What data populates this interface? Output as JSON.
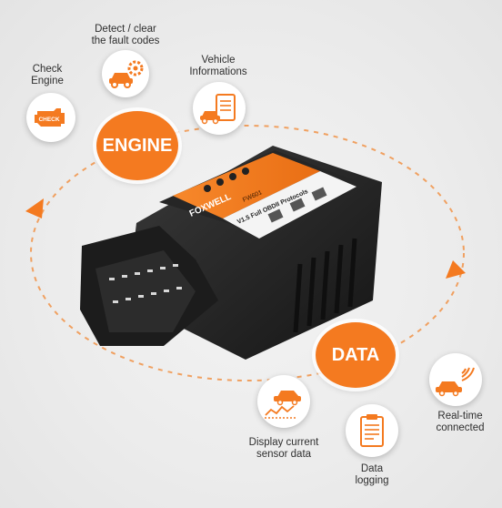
{
  "colors": {
    "accent": "#f47a20",
    "device_body": "#2a2a2a",
    "text": "#2e2e2e"
  },
  "badges": {
    "engine": "ENGINE",
    "data": "DATA"
  },
  "features": {
    "detect_clear": {
      "line1": "Detect / clear",
      "line2": "the fault codes",
      "icon": "car-gear-icon"
    },
    "check_engine": {
      "line1": "Check",
      "line2": "Engine",
      "icon": "check-engine-icon",
      "icon_text": "CHECK"
    },
    "vehicle_info": {
      "line1": "Vehicle",
      "line2": "Informations",
      "icon": "car-report-icon"
    },
    "sensor_data": {
      "line1": "Display current",
      "line2": "sensor data",
      "icon": "car-chart-icon"
    },
    "data_logging": {
      "line1": "Data",
      "line2": "logging",
      "icon": "clipboard-icon"
    },
    "real_time": {
      "line1": "Real-time",
      "line2": "connected",
      "icon": "car-wifi-icon"
    }
  },
  "device": {
    "brand": "FOXWELL",
    "model": "FW601",
    "tagline": "V1.5 Full OBDII Protocols"
  }
}
